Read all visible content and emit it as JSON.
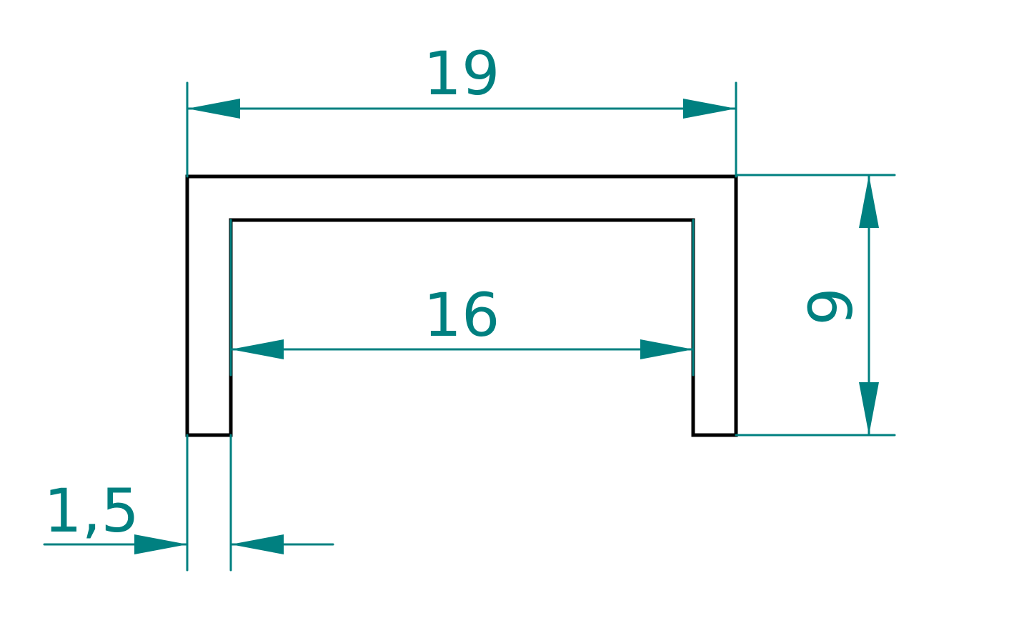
{
  "drawing": {
    "colors": {
      "profile": "#000000",
      "dimension": "#008080",
      "background": "#ffffff"
    },
    "dimensions": {
      "overall_width": "19",
      "inner_width": "16",
      "height": "9",
      "wall_thickness": "1,5"
    }
  }
}
